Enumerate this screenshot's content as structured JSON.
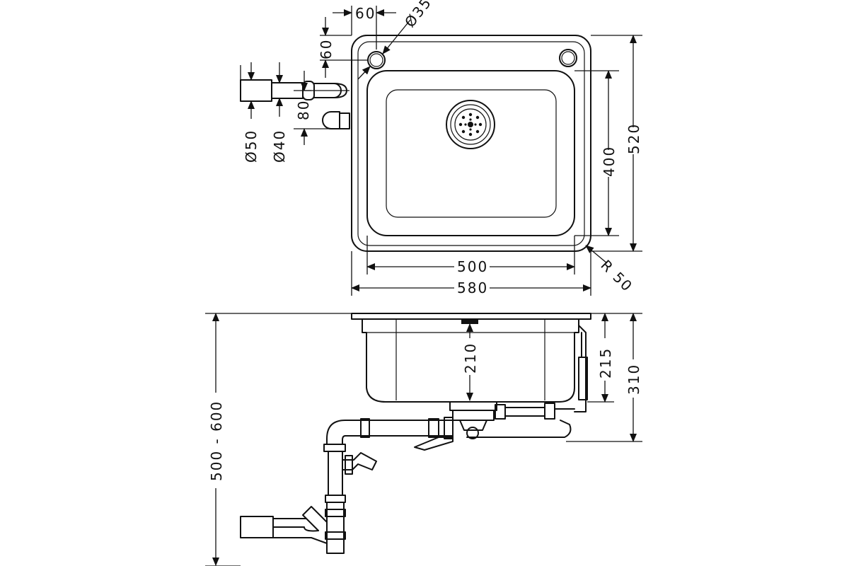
{
  "colors": {
    "line": "#111111",
    "background": "#ffffff"
  },
  "top_view": {
    "dims": {
      "hole_offset_x": "60",
      "hole_diameter": "Ø35",
      "hole_offset_y": "60",
      "bowl_length": "400",
      "overall_length": "520",
      "bowl_width": "500",
      "overall_width": "580",
      "corner_radius": "R 50"
    },
    "overflow": {
      "outlet_diameter": "Ø50",
      "hose_diameter": "Ø40",
      "spacing": "80"
    }
  },
  "side_view": {
    "dims": {
      "total_height": "500 - 600",
      "bowl_depth": "210",
      "overflow_height": "215",
      "overall_depth": "310"
    }
  }
}
